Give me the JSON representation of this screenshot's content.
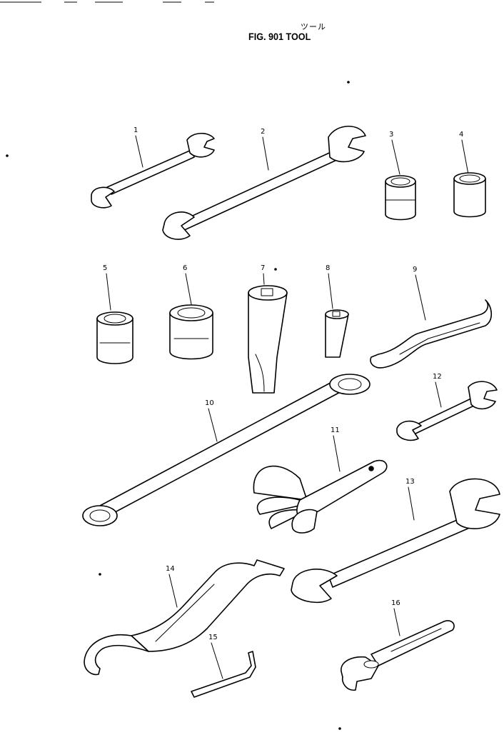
{
  "figure": {
    "title_jp": "ツール",
    "title": "FIG. 901  TOOL"
  },
  "callouts": [
    "1",
    "2",
    "3",
    "4",
    "5",
    "6",
    "7",
    "8",
    "9",
    "10",
    "11",
    "12",
    "13",
    "14",
    "15",
    "16"
  ],
  "parts": [
    {
      "ref": "1",
      "name": "open-end-wrench-small-icon"
    },
    {
      "ref": "2",
      "name": "open-end-wrench-large-icon"
    },
    {
      "ref": "3",
      "name": "socket-icon"
    },
    {
      "ref": "4",
      "name": "socket-icon"
    },
    {
      "ref": "5",
      "name": "socket-icon"
    },
    {
      "ref": "6",
      "name": "socket-icon"
    },
    {
      "ref": "7",
      "name": "screwdriver-bit-icon"
    },
    {
      "ref": "8",
      "name": "screwdriver-bit-icon"
    },
    {
      "ref": "9",
      "name": "hook-spanner-icon"
    },
    {
      "ref": "10",
      "name": "box-end-wrench-icon"
    },
    {
      "ref": "11",
      "name": "feeler-gauge-icon"
    },
    {
      "ref": "12",
      "name": "open-end-wrench-icon"
    },
    {
      "ref": "13",
      "name": "open-end-wrench-large-icon"
    },
    {
      "ref": "14",
      "name": "hook-spanner-large-icon"
    },
    {
      "ref": "15",
      "name": "hex-key-icon"
    },
    {
      "ref": "16",
      "name": "adjustable-wrench-icon"
    }
  ]
}
